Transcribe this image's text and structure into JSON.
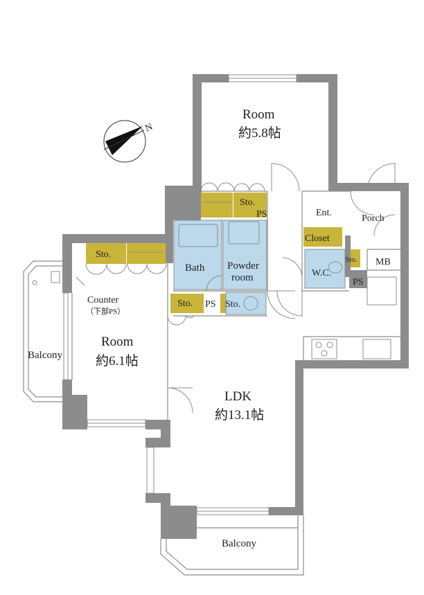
{
  "rooms": {
    "room_north": {
      "name": "Room",
      "size": "約5.8帖"
    },
    "room_west": {
      "name": "Room",
      "size": "約6.1帖"
    },
    "ldk": {
      "name": "LDK",
      "size": "約13.1帖"
    }
  },
  "labels": {
    "balcony_west": "Balcony",
    "balcony_south": "Balcony",
    "counter": "Counter",
    "counter_note": "（下部PS）",
    "bath": "Bath",
    "powder_line1": "Powder",
    "powder_line2": "room",
    "entrance": "Ent.",
    "porch": "Porch",
    "closet": "Closet",
    "wc": "W.C.",
    "mb": "MB",
    "ps_top": "PS",
    "ps_mid": "PS",
    "ps_wc": "PS",
    "sto_north": "Sto.",
    "sto_west": "Sto.",
    "sto_bath_left": "Sto.",
    "sto_bath_right": "Sto.",
    "sto_wc": "Sto."
  },
  "compass": {
    "label": "N"
  }
}
